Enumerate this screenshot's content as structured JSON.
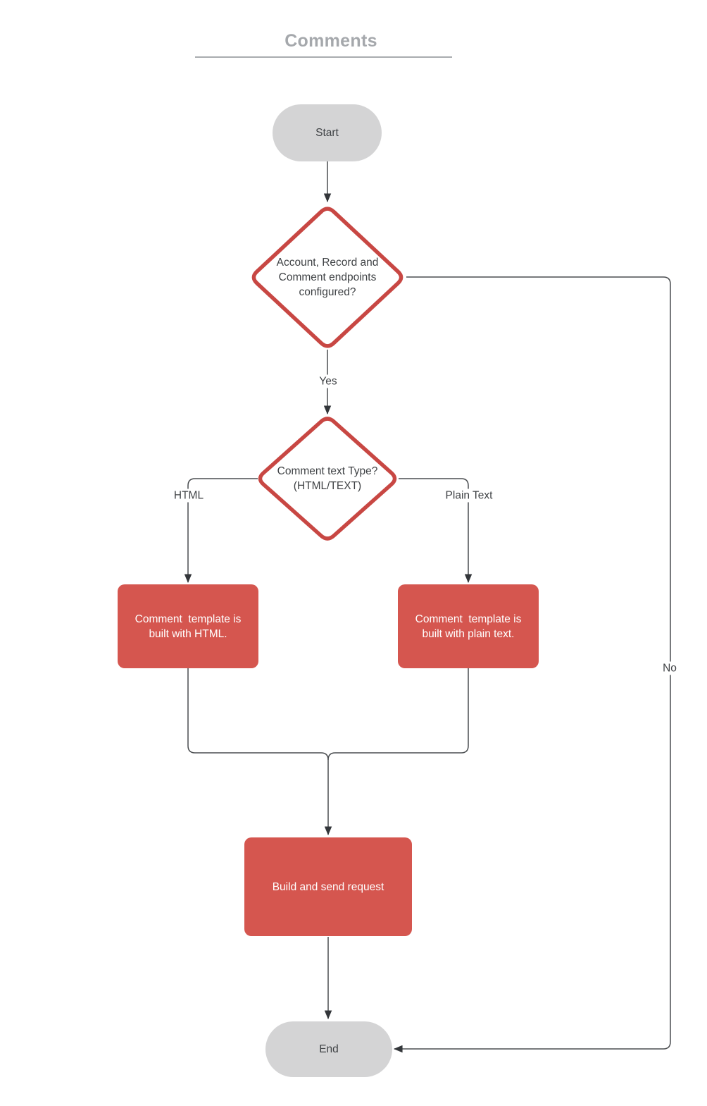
{
  "title": {
    "text": "Comments"
  },
  "nodes": {
    "start": {
      "type": "terminator",
      "label": "Start"
    },
    "decision_endpoints": {
      "type": "decision",
      "label": "Account, Record and Comment endpoints configured?"
    },
    "decision_text_type": {
      "type": "decision",
      "label": "Comment text Type? (HTML/TEXT)"
    },
    "process_html": {
      "type": "process",
      "label": "Comment  template is built with HTML."
    },
    "process_plain_text": {
      "type": "process",
      "label": "Comment  template is built with plain text."
    },
    "process_build_send": {
      "type": "process",
      "label": "Build and send request"
    },
    "end": {
      "type": "terminator",
      "label": "End"
    }
  },
  "edge_labels": {
    "yes": "Yes",
    "no": "No",
    "html": "HTML",
    "plain_text": "Plain Text"
  },
  "colors": {
    "red_border": "#c84743",
    "red_fill": "#d5564f",
    "pill_bg": "#d4d4d5",
    "text_dark": "#3f4245",
    "text_light": "#ffffff",
    "title_color": "#a5a8ac",
    "underline_color": "#a9acaf",
    "line_color": "#4a4d50",
    "arrow_color": "#33363a",
    "background": "#ffffff"
  }
}
